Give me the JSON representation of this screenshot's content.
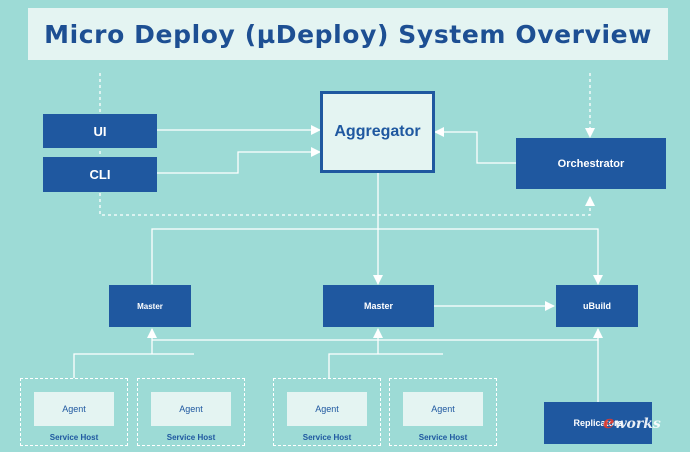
{
  "title": "Micro Deploy (µDeploy) System Overview",
  "nodes": {
    "ui": "UI",
    "cli": "CLI",
    "aggregator": "Aggregator",
    "orchestrator": "Orchestrator",
    "master_left": "Master",
    "master_center": "Master",
    "ubuild": "uBuild",
    "replicators": "Replicators"
  },
  "hosts": [
    {
      "agent": "Agent",
      "label": "Service Host"
    },
    {
      "agent": "Agent",
      "label": "Service Host"
    },
    {
      "agent": "Agent",
      "label": "Service Host"
    },
    {
      "agent": "Agent",
      "label": "Service Host"
    }
  ],
  "watermark": {
    "accent": "e",
    "text": "works"
  },
  "colors": {
    "background": "#9ddbd6",
    "box": "#1f58a0",
    "light_panel": "#e4f4f2",
    "line": "#ffffff",
    "title_text": "#1d4f93"
  }
}
